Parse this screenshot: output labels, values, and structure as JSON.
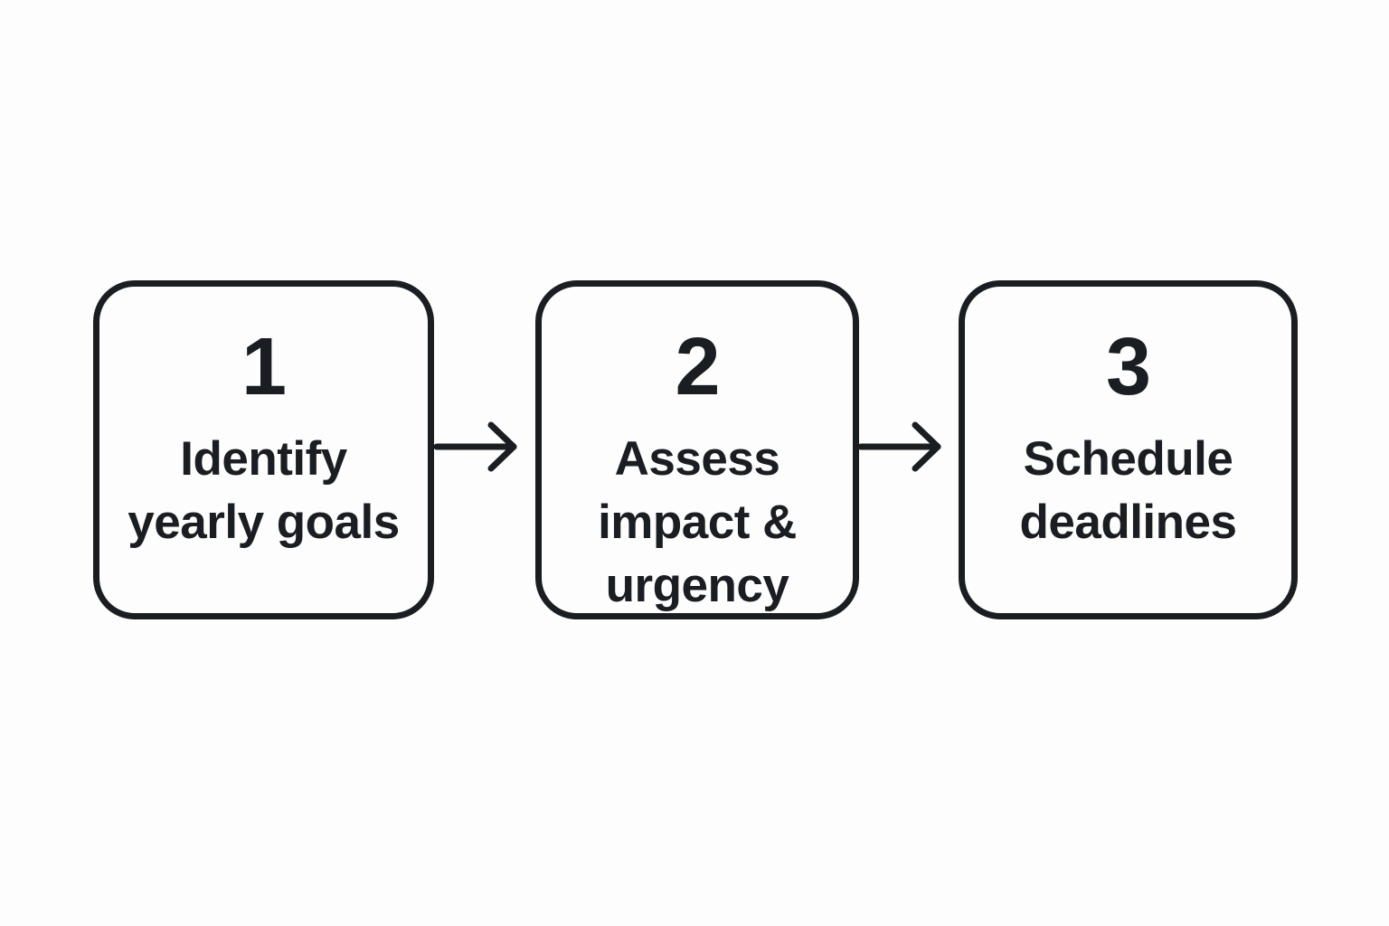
{
  "diagram": {
    "type": "horizontal-process-flow",
    "background_color": "#fdfdfd",
    "stroke_color": "#1a1d21",
    "text_color": "#1a1d21",
    "steps": [
      {
        "number": "1",
        "label": "Identify\nyearly goals"
      },
      {
        "number": "2",
        "label": "Assess\nimpact &\nurgency"
      },
      {
        "number": "3",
        "label": "Schedule\ndeadlines"
      }
    ],
    "connectors": [
      {
        "from": "1",
        "to": "2",
        "kind": "arrow-right"
      },
      {
        "from": "2",
        "to": "3",
        "kind": "arrow-right"
      }
    ]
  }
}
